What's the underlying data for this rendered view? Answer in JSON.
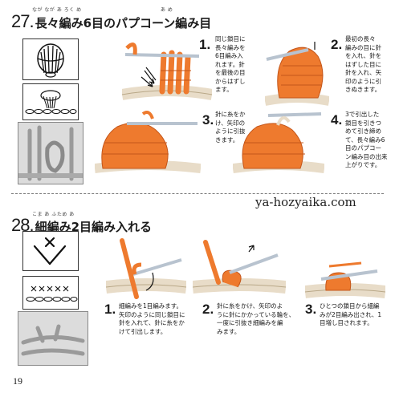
{
  "sections": [
    {
      "number": "27.",
      "title": "長々編み6目のパプコーン編み目",
      "ruby": "なが なが あ    ろく め",
      "ruby_right": "あ め",
      "steps": [
        {
          "num": "1.",
          "lines": [
            "同じ鎖目に",
            "長々編みを",
            "6目編み入",
            "れます。針",
            "を最後の目",
            "からはずし",
            "ます。"
          ]
        },
        {
          "num": "2.",
          "lines": [
            "最初の長々",
            "編みの目に針",
            "を入れ、針を",
            "はずした目に",
            "針を入れ、矢",
            "印のように引",
            "きぬきます。"
          ]
        },
        {
          "num": "3.",
          "lines": [
            "針に糸をか",
            "け、矢印の",
            "ように引抜",
            "きます。"
          ]
        },
        {
          "num": "4.",
          "lines": [
            "3で引出した",
            "鎖目を引きつ",
            "めて引き締め",
            "て、長々編み6",
            "目のパプコー",
            "ン編み目の出来",
            "上がりです。"
          ]
        }
      ]
    },
    {
      "number": "28.",
      "title": "細編み2目編み入れる",
      "ruby": "こま あ  ふため あ",
      "steps": [
        {
          "num": "1.",
          "lines": [
            "細編みを1目編みます。",
            "矢印のように同じ鎖目に",
            "針を入れて、針に糸をか",
            "けて引出します。"
          ]
        },
        {
          "num": "2.",
          "lines": [
            "針に糸をかけ、矢印のよ",
            "うに針にかかっている輪を、",
            "一度に引抜き細編みを編",
            "みます。"
          ]
        },
        {
          "num": "3.",
          "lines": [
            "ひとつの鎖目から細編",
            "みが2目編み出され、1",
            "目増し目されます。"
          ]
        }
      ]
    }
  ],
  "watermark": "ya-hozyaika.com",
  "page_number": "19",
  "colors": {
    "orange": "#ee7a2e",
    "dark_orange": "#c4561a",
    "yarn": "#e8dcc8",
    "yarn_edge": "#b9a888",
    "needle": "#b8c3cf"
  }
}
